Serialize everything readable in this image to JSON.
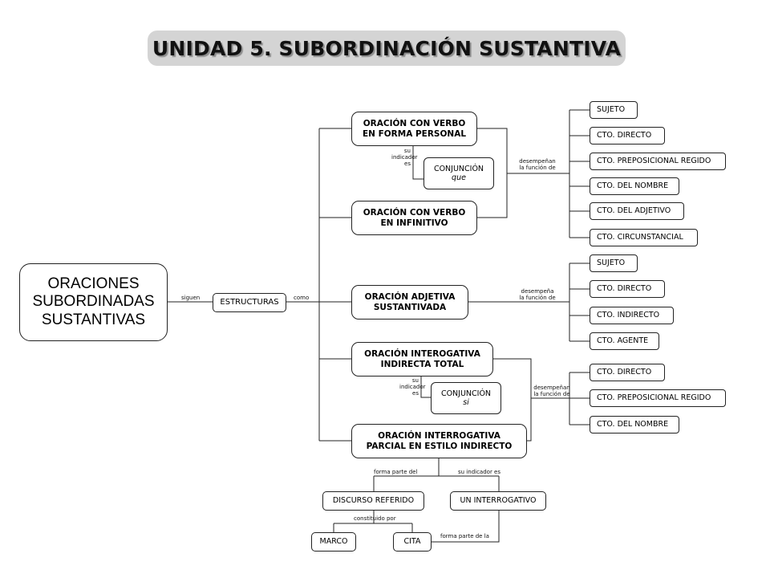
{
  "title": "UNIDAD 5. SUBORDINACIÓN SUSTANTIVA",
  "root": "ORACIONES\nSUBORDINADAS\nSUSTANTIVAS",
  "structures": "ESTRUCTURAS",
  "labels": {
    "siguen": "siguen",
    "como": "como",
    "su_indicador_es_1": "su\nindicador\nes",
    "su_indicador_es_2": "su\nindicador\nes",
    "desempenan_1": "desempeñan\nla función de",
    "desempena_2": "desempeña\nla función de",
    "desempenan_3": "desempeñan\nla función de",
    "forma_parte_del": "forma parte del",
    "su_indicador_es_3": "su indicador es",
    "constituido_por": "constituido por",
    "forma_parte_de_la": "forma parte de la"
  },
  "sentences": {
    "verbo_personal": [
      "ORACIÓN CON VERBO",
      "EN FORMA PERSONAL"
    ],
    "verbo_infinitivo": [
      "ORACIÓN CON VERBO",
      "EN INFINITIVO"
    ],
    "adjetiva": [
      "ORACIÓN ADJETIVA",
      "SUSTANTIVADA"
    ],
    "interrogativa_total": [
      "ORACIÓN INTEROGATIVA",
      "INDIRECTA TOTAL"
    ],
    "interrogativa_parcial": [
      "ORACIÓN INTERROGATIVA",
      "PARCIAL EN ESTILO INDIRECTO"
    ]
  },
  "conjunctions": {
    "que": {
      "label": "CONJUNCIÓN",
      "word": "que"
    },
    "si": {
      "label": "CONJUNCIÓN",
      "word": "si"
    }
  },
  "functions_group1": [
    "SUJETO",
    "CTO. DIRECTO",
    "CTO. PREPOSICIONAL REGIDO",
    "CTO. DEL NOMBRE",
    "CTO. DEL ADJETIVO",
    "CTO. CIRCUNSTANCIAL"
  ],
  "functions_group2": [
    "SUJETO",
    "CTO. DIRECTO",
    "CTO. INDIRECTO",
    "CTO. AGENTE"
  ],
  "functions_group3": [
    "CTO. DIRECTO",
    "CTO. PREPOSICIONAL REGIDO",
    "CTO. DEL NOMBRE"
  ],
  "discourse": {
    "discurso": "DISCURSO REFERIDO",
    "interrogativo": "UN INTERROGATIVO",
    "marco": "MARCO",
    "cita": "CITA"
  }
}
